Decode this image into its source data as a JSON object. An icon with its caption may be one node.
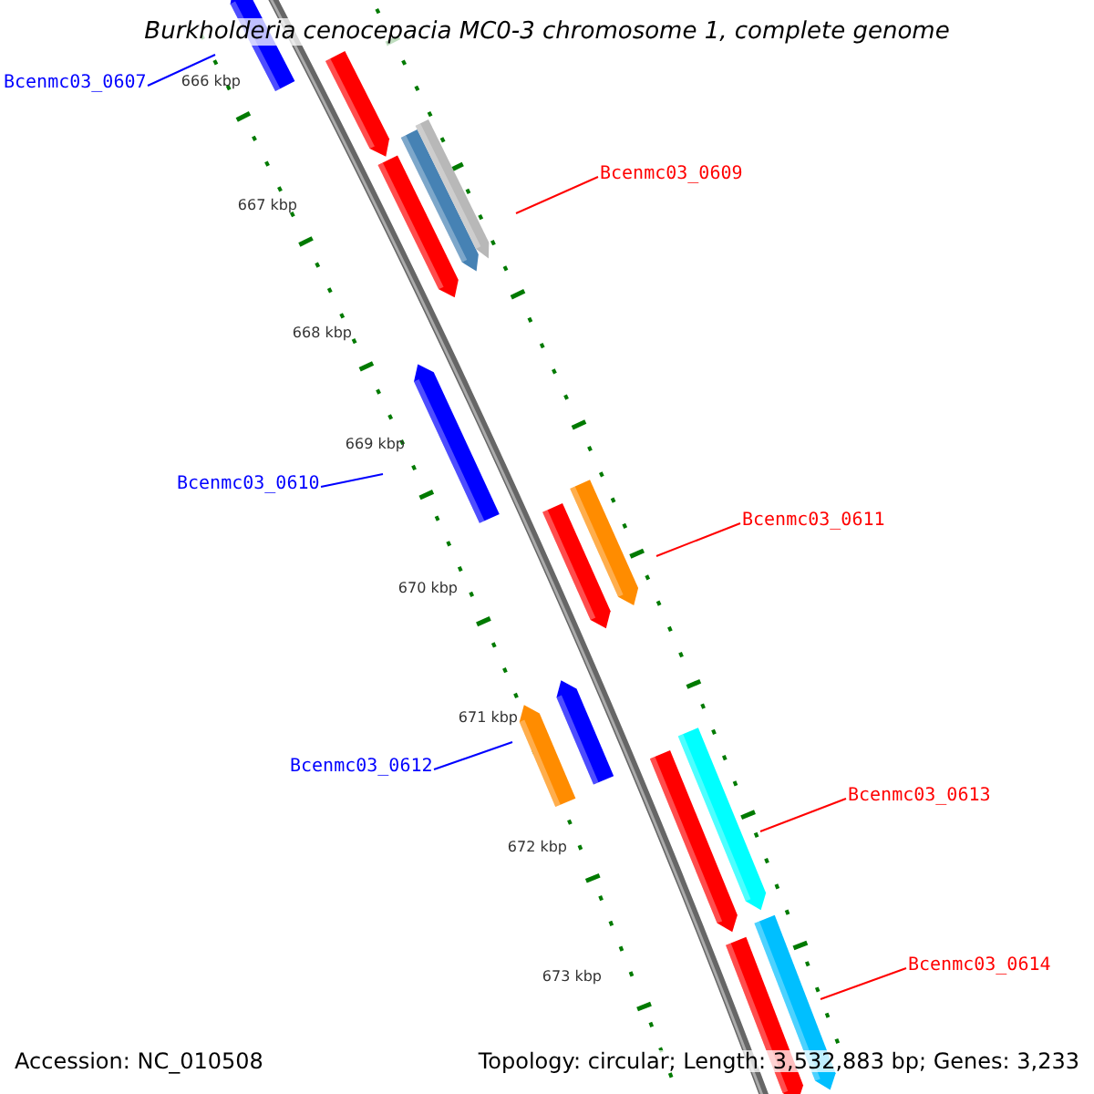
{
  "diagram": {
    "title": "Burkholderia cenocepacia MC0-3 chromosome 1, complete genome",
    "nodes": [
      {
        "text": [
          "Bcenmc03_0607"
        ]
      },
      {
        "text": [
          "Bcenmc03_0609"
        ]
      },
      {
        "text": [
          "Bcenmc03_0610"
        ]
      },
      {
        "text": [
          "Bcenmc03_0611"
        ]
      },
      {
        "text": [
          "Bcenmc03_0612"
        ]
      },
      {
        "text": [
          "Bcenmc03_0613"
        ]
      },
      {
        "text": [
          "Bcenmc03_0614"
        ]
      }
    ],
    "edges": [
      {
        "from": 0,
        "to": null,
        "arrow": "none",
        "color": "#0000ff"
      },
      {
        "from": 1,
        "to": null,
        "arrow": "none",
        "color": "#ff0000"
      },
      {
        "from": 2,
        "to": null,
        "arrow": "none",
        "color": "#0000ff"
      },
      {
        "from": 3,
        "to": null,
        "arrow": "none",
        "color": "#ff0000"
      },
      {
        "from": 4,
        "to": null,
        "arrow": "none",
        "color": "#0000ff"
      },
      {
        "from": 5,
        "to": null,
        "arrow": "none",
        "color": "#ff0000"
      },
      {
        "from": 6,
        "to": null,
        "arrow": "none",
        "color": "#ff0000"
      }
    ],
    "labels": [
      "666 kbp",
      "667 kbp",
      "668 kbp",
      "669 kbp",
      "670 kbp",
      "671 kbp",
      "672 kbp",
      "673 kbp",
      "Accession: NC_010508",
      "Topology: circular; Length: 3,532,883 bp; Genes: 3,233"
    ]
  }
}
